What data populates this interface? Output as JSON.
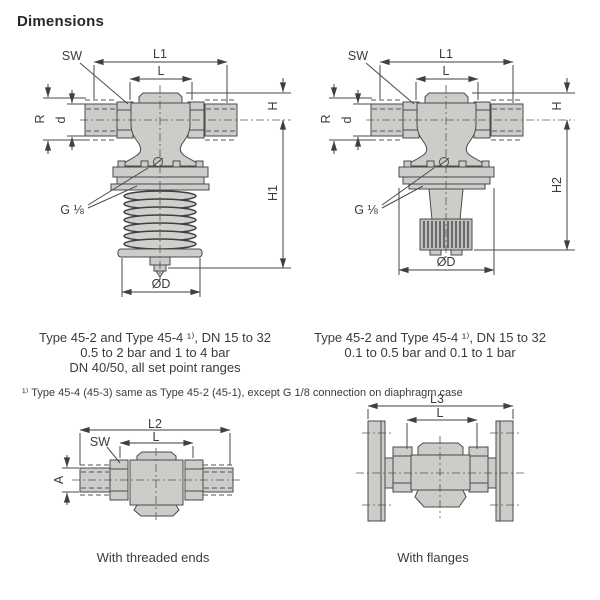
{
  "title": "Dimensions",
  "top_left": {
    "labels": {
      "sw": "SW",
      "l1": "L1",
      "l": "L",
      "h": "H",
      "h1": "H1",
      "r": "R",
      "d": "d",
      "g": "G ⅛",
      "od": "ØD"
    },
    "caption": [
      "Type 45-2 and Type 45-4 ¹⁾, DN 15 to 32",
      "0.5 to 2 bar and 1 to 4 bar",
      "DN 40/50, all set point ranges"
    ]
  },
  "top_right": {
    "labels": {
      "sw": "SW",
      "l1": "L1",
      "l": "L",
      "h": "H",
      "h2": "H2",
      "r": "R",
      "d": "d",
      "g": "G ⅛",
      "od": "ØD"
    },
    "caption": [
      "Type 45-2 and Type 45-4 ¹⁾, DN 15 to 32",
      "0.1 to 0.5 bar and 0.1 to 1 bar"
    ]
  },
  "footnote": "¹⁾ Type 45-4 (45-3) same as Type 45-2 (45-1), except G 1/8 connection on diaphragm case",
  "bottom_left": {
    "labels": {
      "l2": "L2",
      "l": "L",
      "sw": "SW",
      "a": "A"
    },
    "caption": "With threaded ends"
  },
  "bottom_right": {
    "labels": {
      "l3": "L3",
      "l": "L"
    },
    "caption": "With flanges"
  }
}
